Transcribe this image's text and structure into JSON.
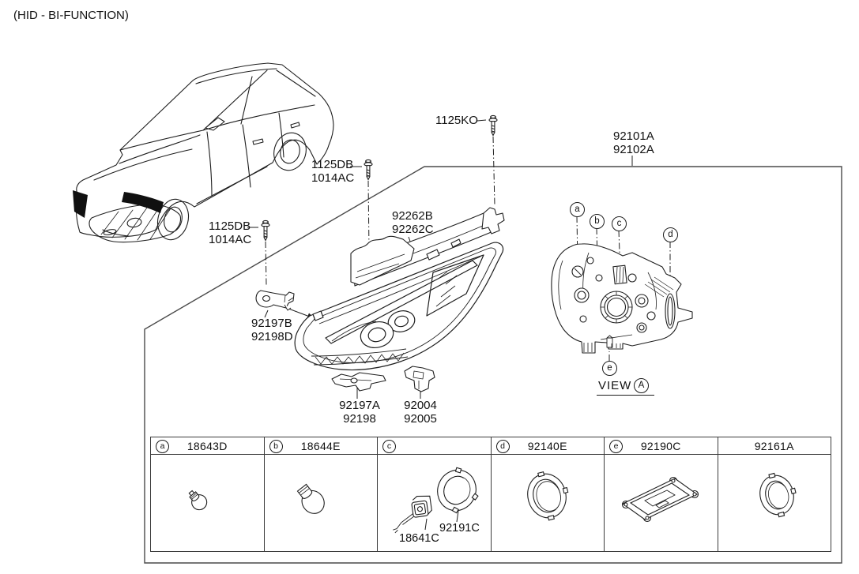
{
  "title": "(HID - BI-FUNCTION)",
  "callouts": {
    "bolt_ko": "1125KO",
    "bolt_db1_line1": "1125DB",
    "bolt_db1_line2": "1014AC",
    "bolt_db2_line1": "1125DB",
    "bolt_db2_line2": "1014AC",
    "assembly_line1": "92101A",
    "assembly_line2": "92102A",
    "strip_line1": "92262B",
    "strip_line2": "92262C",
    "bracket_upper_line1": "92197B",
    "bracket_upper_line2": "92198D",
    "bracket_lower_line1": "92197A",
    "bracket_lower_line2": "92198",
    "clip_line1": "92004",
    "clip_line2": "92005",
    "view_label": "VIEW",
    "view_ref": "A"
  },
  "markers": {
    "a": "a",
    "b": "b",
    "c": "c",
    "d": "d",
    "e": "e"
  },
  "table": {
    "columns": [
      {
        "marker": "a",
        "part": "18643D"
      },
      {
        "marker": "b",
        "part": "18644E"
      },
      {
        "marker": "c",
        "part": ""
      },
      {
        "marker": "d",
        "part": "92140E"
      },
      {
        "marker": "e",
        "part": "92190C"
      },
      {
        "marker": "",
        "part": "92161A"
      }
    ],
    "cell_c": {
      "igniter": "18641C",
      "ring": "92191C"
    }
  },
  "colors": {
    "line": "#1f1f1f",
    "box": "#4a4a4a",
    "fill_dark": "#101010"
  }
}
